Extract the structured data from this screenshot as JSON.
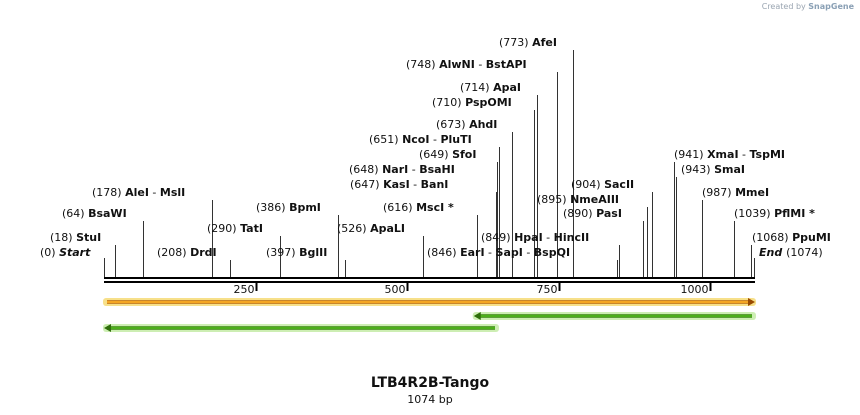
{
  "credit": {
    "prefix": "Created by",
    "brand": "SnapGene"
  },
  "sequence": {
    "name": "LTB4R2B-Tango",
    "length_label": "1074 bp",
    "length": 1074
  },
  "ends": {
    "start_label": "Start",
    "start_pos": "(0)",
    "end_label": "End",
    "end_pos": "(1074)"
  },
  "ticks": [
    {
      "value": 250,
      "label": "250"
    },
    {
      "value": 500,
      "label": "500"
    },
    {
      "value": 750,
      "label": "750"
    },
    {
      "value": 1000,
      "label": "1000"
    }
  ],
  "sites": [
    {
      "enzymes": [
        {
          "name": "StuI",
          "pos": 18,
          "pos_label": "(18)"
        }
      ]
    },
    {
      "enzymes": [
        {
          "name": "BsaWI",
          "pos": 64,
          "pos_label": "(64)"
        }
      ]
    },
    {
      "enzymes": [
        {
          "name": "AleI",
          "pos": 178,
          "pos_label": "(178)"
        },
        {
          "name": "MslI",
          "pos": 178
        }
      ]
    },
    {
      "enzymes": [
        {
          "name": "DrdI",
          "pos": 208,
          "pos_label": "(208)"
        }
      ]
    },
    {
      "enzymes": [
        {
          "name": "TatI",
          "pos": 290,
          "pos_label": "(290)"
        }
      ]
    },
    {
      "enzymes": [
        {
          "name": "BpmI",
          "pos": 386,
          "pos_label": "(386)"
        }
      ]
    },
    {
      "enzymes": [
        {
          "name": "BglII",
          "pos": 397,
          "pos_label": "(397)"
        }
      ]
    },
    {
      "enzymes": [
        {
          "name": "ApaLI",
          "pos": 526,
          "pos_label": "(526)"
        }
      ]
    },
    {
      "enzymes": [
        {
          "name": "MscI *",
          "pos": 616,
          "pos_label": "(616)"
        }
      ]
    },
    {
      "enzymes": [
        {
          "name": "KasI",
          "pos": 647,
          "pos_label": "(647)"
        },
        {
          "name": "BanI",
          "pos": 647
        }
      ]
    },
    {
      "enzymes": [
        {
          "name": "NarI",
          "pos": 648,
          "pos_label": "(648)"
        },
        {
          "name": "BsaHI",
          "pos": 648
        }
      ]
    },
    {
      "enzymes": [
        {
          "name": "SfoI",
          "pos": 649,
          "pos_label": "(649)"
        }
      ]
    },
    {
      "enzymes": [
        {
          "name": "NcoI",
          "pos": 651,
          "pos_label": "(651)"
        },
        {
          "name": "PluTI",
          "pos": 651
        }
      ]
    },
    {
      "enzymes": [
        {
          "name": "AhdI",
          "pos": 673,
          "pos_label": "(673)"
        }
      ]
    },
    {
      "enzymes": [
        {
          "name": "PspOMI",
          "pos": 710,
          "pos_label": "(710)"
        }
      ]
    },
    {
      "enzymes": [
        {
          "name": "ApaI",
          "pos": 714,
          "pos_label": "(714)"
        }
      ]
    },
    {
      "enzymes": [
        {
          "name": "AlwNI",
          "pos": 748,
          "pos_label": "(748)"
        },
        {
          "name": "BstAPI",
          "pos": 748
        }
      ]
    },
    {
      "enzymes": [
        {
          "name": "AfeI",
          "pos": 773,
          "pos_label": "(773)"
        }
      ]
    },
    {
      "enzymes": [
        {
          "name": "EarI",
          "pos": 846,
          "pos_label": "(846)"
        },
        {
          "name": "SapI",
          "pos": 846
        },
        {
          "name": "BspQI",
          "pos": 846
        }
      ]
    },
    {
      "enzymes": [
        {
          "name": "HpaI",
          "pos": 849,
          "pos_label": "(849)"
        },
        {
          "name": "HincII",
          "pos": 849
        }
      ]
    },
    {
      "enzymes": [
        {
          "name": "PasI",
          "pos": 890,
          "pos_label": "(890)"
        }
      ]
    },
    {
      "enzymes": [
        {
          "name": "NmeAIII",
          "pos": 895,
          "pos_label": "(895)"
        }
      ]
    },
    {
      "enzymes": [
        {
          "name": "SacII",
          "pos": 904,
          "pos_label": "(904)"
        }
      ]
    },
    {
      "enzymes": [
        {
          "name": "XmaI",
          "pos": 941,
          "pos_label": "(941)"
        },
        {
          "name": "TspMI",
          "pos": 941
        }
      ]
    },
    {
      "enzymes": [
        {
          "name": "SmaI",
          "pos": 943,
          "pos_label": "(943)"
        }
      ]
    },
    {
      "enzymes": [
        {
          "name": "MmeI",
          "pos": 987,
          "pos_label": "(987)"
        }
      ]
    },
    {
      "enzymes": [
        {
          "name": "PflMI *",
          "pos": 1039,
          "pos_label": "(1039)"
        }
      ]
    },
    {
      "enzymes": [
        {
          "name": "PpuMI",
          "pos": 1068,
          "pos_label": "(1068)"
        }
      ]
    }
  ],
  "features": [
    {
      "start": 0,
      "end": 1074,
      "direction": "forward",
      "fill": "#f5a623",
      "glow": "#f7e08a",
      "edge": "#9a4b00"
    },
    {
      "start": 610,
      "end": 1074,
      "direction": "reverse",
      "fill": "#4caf1a",
      "glow": "#cdeeb3",
      "edge": "#2f6e0b"
    },
    {
      "start": 0,
      "end": 650,
      "direction": "reverse",
      "fill": "#4caf1a",
      "glow": "#cdeeb3",
      "edge": "#2f6e0b"
    }
  ],
  "colors": {
    "backbone": "#000000",
    "arrow_head": "#7a3000"
  }
}
